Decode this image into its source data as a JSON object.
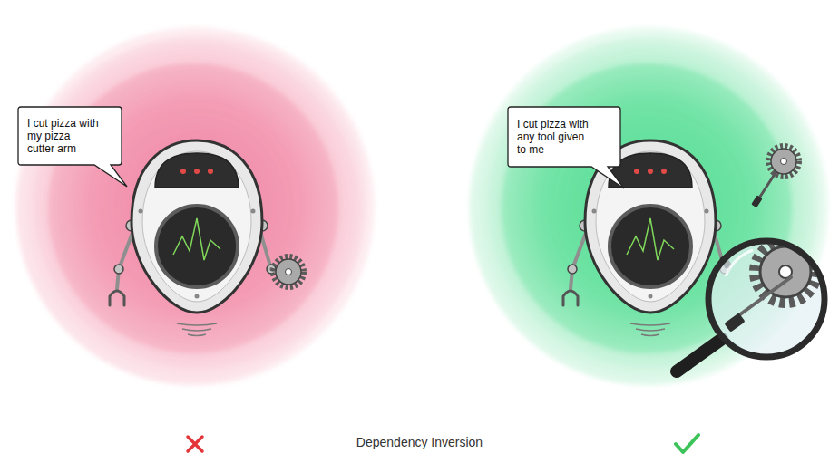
{
  "diagram": {
    "caption": "Dependency Inversion",
    "nodes": [
      {
        "text": [
          "I cut pizza with my pizza cutter arm"
        ]
      },
      {
        "text": [
          "I cut pizza with any tool given to me"
        ]
      }
    ]
  }
}
